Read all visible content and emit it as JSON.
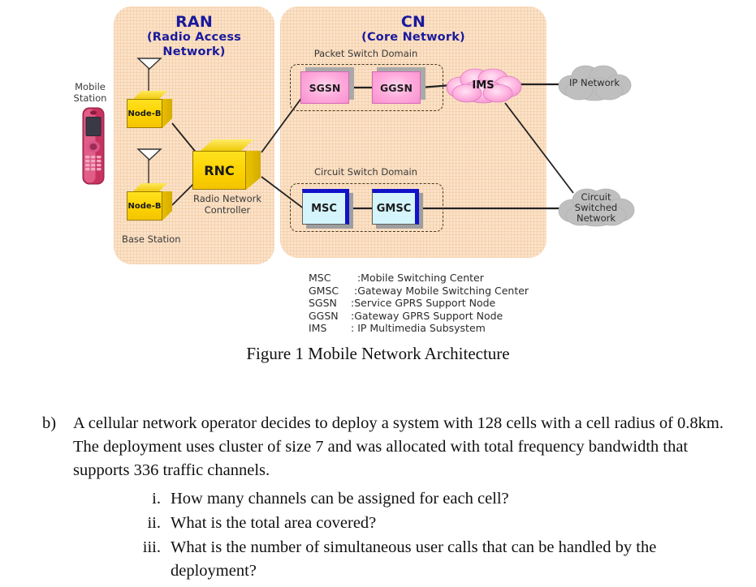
{
  "figure": {
    "ran_panel": {
      "title": "RAN",
      "subtitle": "(Radio Access Network)"
    },
    "cn_panel": {
      "title": "CN",
      "subtitle": "(Core Network)"
    },
    "mobile_station_label": "Mobile Station",
    "base_station_label": "Base Station",
    "nodeb_label_1": "Node-B",
    "nodeb_label_2": "Node-B",
    "rnc_label": "RNC",
    "rnc_caption": "Radio Network Controller",
    "packet_switch_domain_label": "Packet Switch Domain",
    "circuit_switch_domain_label": "Circuit Switch Domain",
    "sgsn_label": "SGSN",
    "ggsn_label": "GGSN",
    "msc_label": "MSC",
    "gmsc_label": "GMSC",
    "ims_cloud_label": "IMS",
    "ip_network_cloud_label": "IP Network",
    "circuit_switched_network_cloud_label": "Circuit Switched Network",
    "colors": {
      "panel_background": "#fbe2c8",
      "panel_title": "#1a1a9c",
      "node_yellow": "#fcd200",
      "ps_node_pink": "#ffaedd",
      "cs_node_cyan": "#d4f5fb",
      "cs_node_blue_edge": "#1212c8",
      "cloud_gray": "#bfbfbf",
      "ims_pink": "#f8a8d8"
    }
  },
  "legend": {
    "entries": [
      {
        "abbr": "MSC",
        "sep": "  :",
        "desc": "Mobile Switching Center"
      },
      {
        "abbr": "GMSC",
        "sep": " :",
        "desc": "Gateway Mobile Switching Center"
      },
      {
        "abbr": "SGSN",
        "sep": ":",
        "desc": "Service GPRS Support Node"
      },
      {
        "abbr": "GGSN",
        "sep": ":",
        "desc": "Gateway GPRS Support Node"
      },
      {
        "abbr": "IMS",
        "sep": ": ",
        "desc": "IP Multimedia Subsystem"
      }
    ]
  },
  "caption": "Figure 1 Mobile Network Architecture",
  "question": {
    "marker": "b)",
    "text": "A cellular network operator decides to deploy a system with 128 cells with a cell radius of 0.8km. The deployment uses cluster of size 7 and was allocated with total frequency bandwidth that supports 336 traffic channels.",
    "sub_items": [
      {
        "marker": "i.",
        "text": "How many channels can be assigned for each cell?"
      },
      {
        "marker": "ii.",
        "text": "What is the total area covered?"
      },
      {
        "marker": "iii.",
        "text": "What is the number of simultaneous user calls that can be handled by the deployment?"
      }
    ]
  }
}
